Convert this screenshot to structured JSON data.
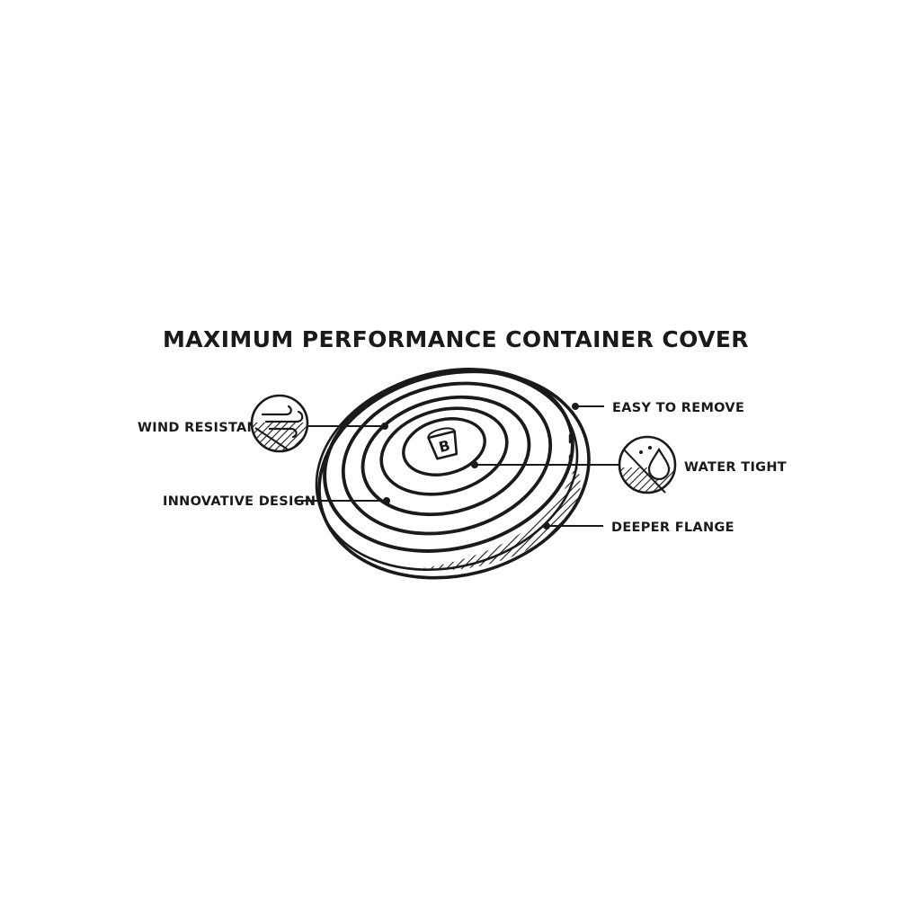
{
  "title": "MAXIMUM PERFORMANCE CONTAINER COVER",
  "callouts": {
    "wind_resistant": "WIND RESISTANT",
    "innovative_design": "INNOVATIVE DESIGN",
    "easy_to_remove": "EASY TO REMOVE",
    "water_tight": "WATER TIGHT",
    "deeper_flange": "DEEPER FLANGE"
  },
  "icons": {
    "wind_badge": "wind-icon",
    "water_badge": "water-drop-icon",
    "brand_mark": "bucket-logo-icon"
  },
  "colors": {
    "ink": "#1a1a1a",
    "background": "#ffffff"
  }
}
